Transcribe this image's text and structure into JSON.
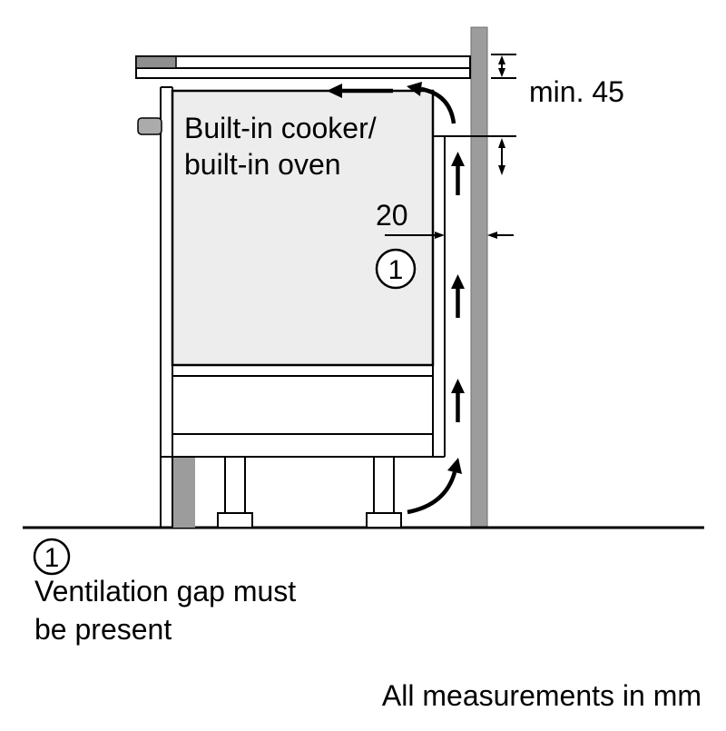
{
  "diagram": {
    "oven_label_line1": "Built-in cooker/",
    "oven_label_line2": "built-in oven",
    "dim_min45": "min. 45",
    "dim_20": "20",
    "callout_number": "1"
  },
  "legend": {
    "callout_number": "1",
    "text_line1": "Ventilation gap must",
    "text_line2": "be present"
  },
  "footer": {
    "units_note": "All measurements in mm"
  },
  "colors": {
    "wall_gray": "#9c9c9c",
    "oven_fill": "#ededed",
    "hob_gray": "#8f8f8f",
    "handle_gray": "#ababab"
  }
}
